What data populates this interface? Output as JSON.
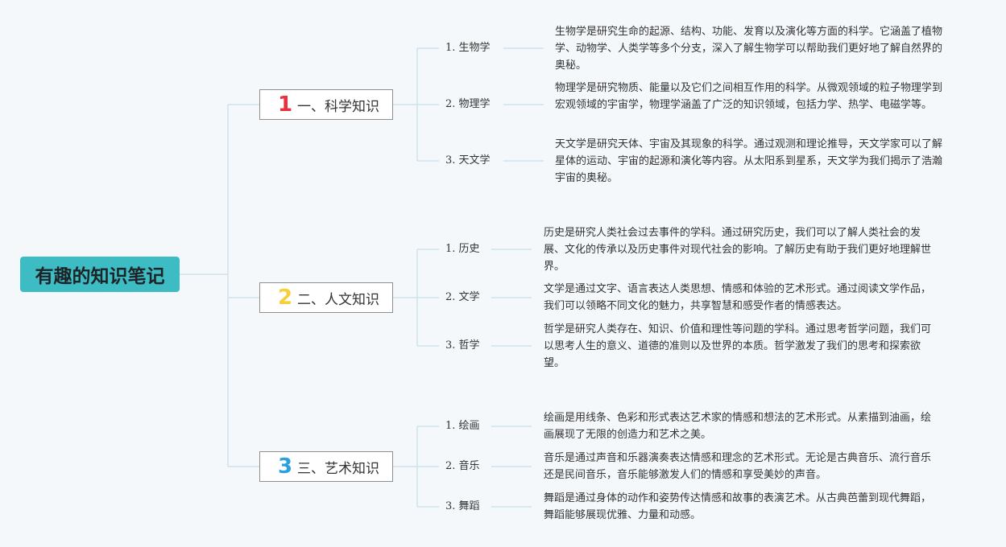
{
  "root": {
    "title": "有趣的知识笔记"
  },
  "colors": {
    "root_bg": "#3dbcc4",
    "line": "#cfe3ec",
    "num_1": "#e8313a",
    "num_2": "#f7cf3b",
    "num_3": "#2b9fe0"
  },
  "categories": [
    {
      "number": "1",
      "title": "一、科学知识",
      "items": [
        {
          "label": "1. 生物学",
          "desc": "生物学是研究生命的起源、结构、功能、发育以及演化等方面的科学。它涵盖了植物学、动物学、人类学等多个分支，深入了解生物学可以帮助我们更好地了解自然界的奥秘。"
        },
        {
          "label": "2. 物理学",
          "desc": "物理学是研究物质、能量以及它们之间相互作用的科学。从微观领域的粒子物理学到宏观领域的宇宙学，物理学涵盖了广泛的知识领域，包括力学、热学、电磁学等。"
        },
        {
          "label": "3. 天文学",
          "desc": "天文学是研究天体、宇宙及其现象的科学。通过观测和理论推导，天文学家可以了解星体的运动、宇宙的起源和演化等内容。从太阳系到星系，天文学为我们揭示了浩瀚宇宙的奥秘。"
        }
      ]
    },
    {
      "number": "2",
      "title": "二、人文知识",
      "items": [
        {
          "label": "1. 历史",
          "desc": "历史是研究人类社会过去事件的学科。通过研究历史，我们可以了解人类社会的发展、文化的传承以及历史事件对现代社会的影响。了解历史有助于我们更好地理解世界。"
        },
        {
          "label": "2. 文学",
          "desc": "文学是通过文字、语言表达人类思想、情感和体验的艺术形式。通过阅读文学作品，我们可以领略不同文化的魅力，共享智慧和感受作者的情感表达。"
        },
        {
          "label": "3. 哲学",
          "desc": "哲学是研究人类存在、知识、价值和理性等问题的学科。通过思考哲学问题，我们可以思考人生的意义、道德的准则以及世界的本质。哲学激发了我们的思考和探索欲望。"
        }
      ]
    },
    {
      "number": "3",
      "title": "三、艺术知识",
      "items": [
        {
          "label": "1. 绘画",
          "desc": "绘画是用线条、色彩和形式表达艺术家的情感和想法的艺术形式。从素描到油画，绘画展现了无限的创造力和艺术之美。"
        },
        {
          "label": "2. 音乐",
          "desc": "音乐是通过声音和乐器演奏表达情感和理念的艺术形式。无论是古典音乐、流行音乐还是民间音乐，音乐能够激发人们的情感和享受美妙的声音。"
        },
        {
          "label": "3. 舞蹈",
          "desc": "舞蹈是通过身体的动作和姿势传达情感和故事的表演艺术。从古典芭蕾到现代舞蹈，舞蹈能够展现优雅、力量和动感。"
        }
      ]
    }
  ]
}
